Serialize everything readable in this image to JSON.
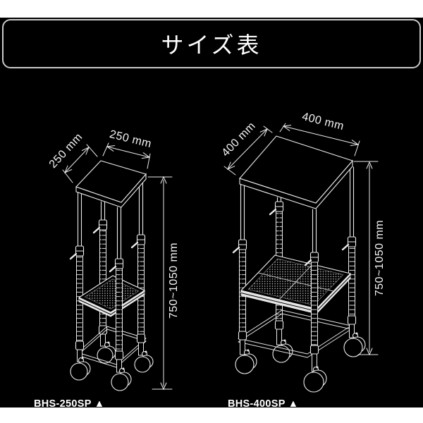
{
  "header": {
    "title": "サイズ表"
  },
  "products": [
    {
      "model": "BHS-250SP ▲",
      "depth_label": "250 mm",
      "width_label": "250 mm",
      "height_label": "750~1050 mm"
    },
    {
      "model": "BHS-400SP ▲",
      "depth_label": "400 mm",
      "width_label": "400 mm",
      "height_label": "750~1050 mm"
    }
  ],
  "colors": {
    "page_background": "#ffffff",
    "panel_background": "#000000",
    "line": "#ededed",
    "text": "#f4f4f4",
    "banner_border": "#c9c9c9"
  }
}
